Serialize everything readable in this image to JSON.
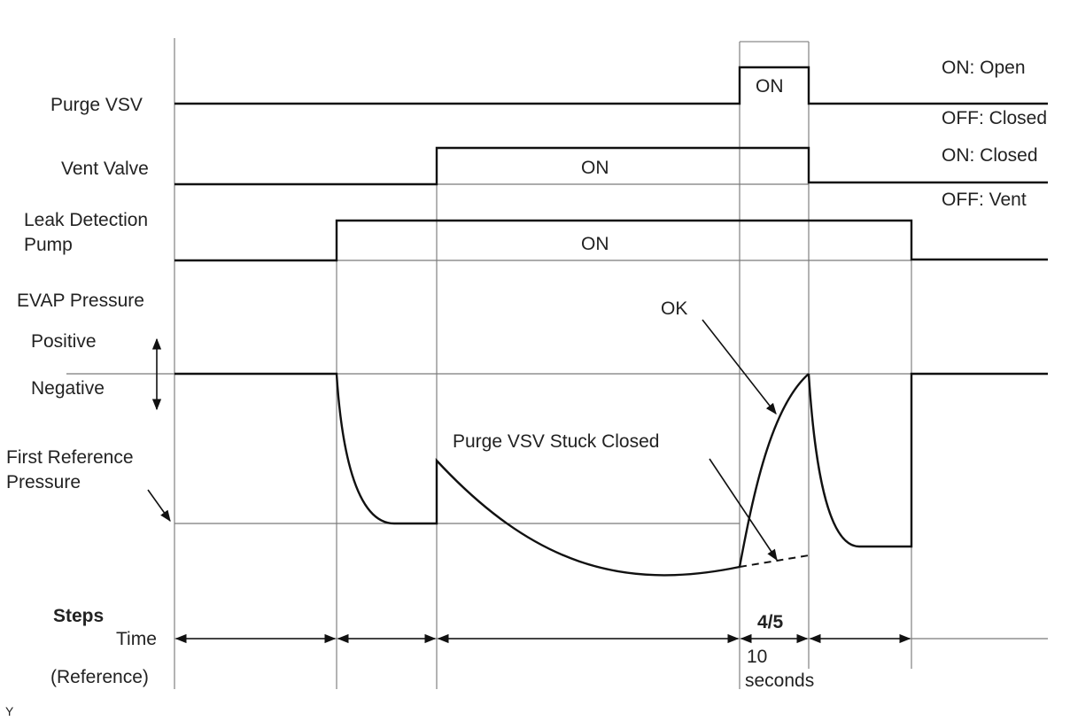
{
  "signals": {
    "purge_vsv": "Purge VSV",
    "vent_valve": "Vent Valve",
    "leak_pump_1": "Leak Detection",
    "leak_pump_2": "Pump",
    "evap_pressure": "EVAP Pressure",
    "positive": "Positive",
    "negative": "Negative",
    "first_ref_1": "First Reference",
    "first_ref_2": "Pressure"
  },
  "states": {
    "purge_on": "ON: Open",
    "purge_off": "OFF: Closed",
    "vent_on": "ON: Closed",
    "vent_off": "OFF: Vent"
  },
  "on_labels": {
    "purge": "ON",
    "vent": "ON",
    "pump": "ON"
  },
  "annotations": {
    "ok": "OK",
    "stuck_closed": "Purge VSV Stuck Closed"
  },
  "footer": {
    "steps": "Steps",
    "time": "Time",
    "reference": "(Reference)",
    "step_label": "4/5",
    "duration_1": "10",
    "duration_2": "seconds",
    "corner": "Y"
  }
}
